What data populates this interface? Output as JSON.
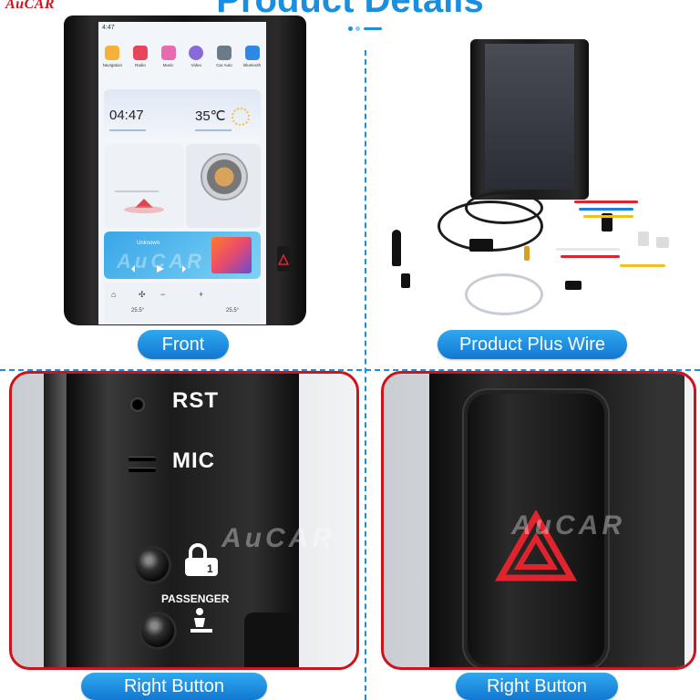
{
  "header": {
    "brand": "AuCAR",
    "title": "Product Details"
  },
  "front": {
    "label": "Front",
    "status_time": "4:47",
    "apps": [
      "Navigation",
      "Radio",
      "Music",
      "Video",
      "Car Auto",
      "Bluetooth"
    ],
    "clock": "04:47",
    "temperature": "35℃",
    "music_title": "Unknown",
    "climate_left": "25.5°",
    "climate_right": "25.5°",
    "watermark": "AuCAR"
  },
  "wire": {
    "label": "Product Plus Wire"
  },
  "detail_left": {
    "label": "Right Button",
    "rst": "RST",
    "mic": "MIC",
    "passenger": "PASSENGER",
    "watermark": "AuCAR"
  },
  "detail_right": {
    "label": "Right Button",
    "watermark": "AuCAR"
  },
  "colors": {
    "accent": "#1a8ee0",
    "brand_red": "#d0121b",
    "hazard": "#e0242e"
  },
  "icons": [
    "page-indicator",
    "sun-icon",
    "compass-icon",
    "lock-icon",
    "seat-icon",
    "hazard-triangle-icon"
  ]
}
